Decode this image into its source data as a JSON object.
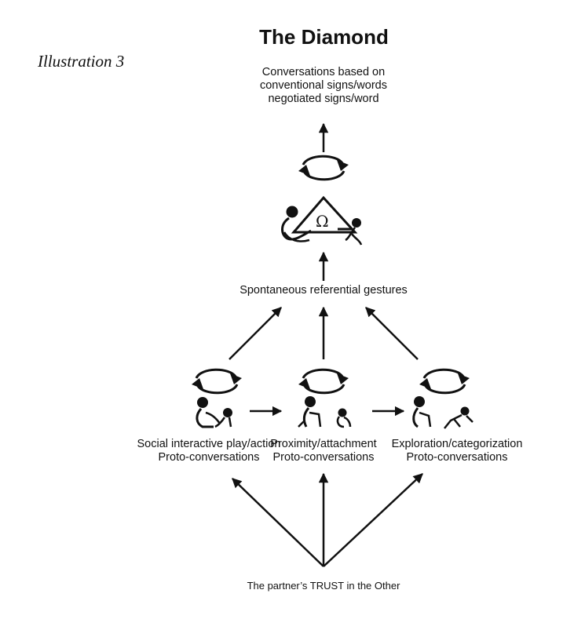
{
  "header": {
    "title": "The Diamond",
    "illustration_label": "Illustration 3"
  },
  "top": {
    "lines": [
      "Conversations based on",
      "conventional signs/words",
      "negotiated signs/word"
    ]
  },
  "triangle_symbol": "Ω",
  "middle": {
    "label": "Spontaneous referential gestures"
  },
  "stages": [
    {
      "line1": "Social interactive play/action",
      "line2": "Proto-conversations"
    },
    {
      "line1": "Proximity/attachment",
      "line2": "Proto-conversations"
    },
    {
      "line1": "Exploration/categorization",
      "line2": "Proto-conversations"
    }
  ],
  "bottom": {
    "label": "The partner’s TRUST in the Other"
  }
}
